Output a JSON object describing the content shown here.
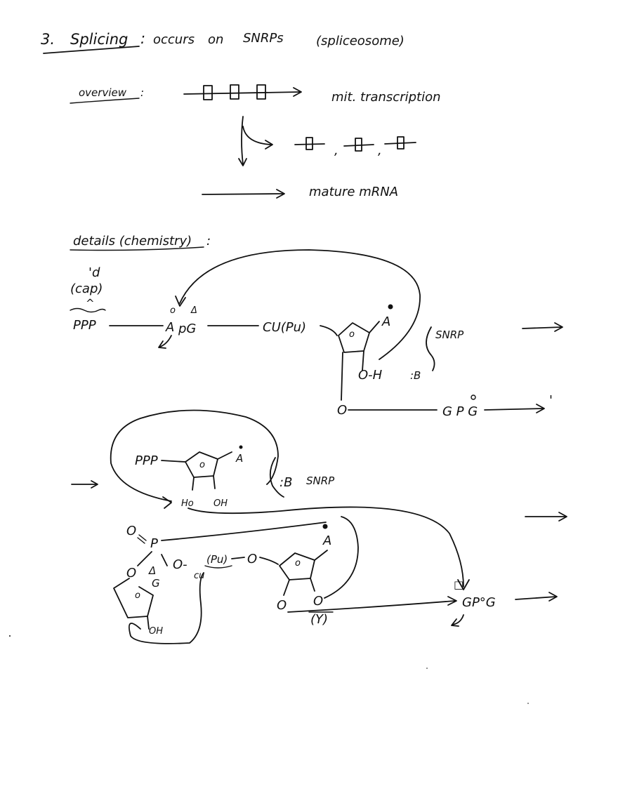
{
  "page": {
    "ink_color": "#111111",
    "paper_color": "#ffffff"
  },
  "heading": {
    "number": "3.",
    "title": "Splicing",
    "colon": ":",
    "text1": "occurs",
    "text2": "on",
    "text3": "SNRPs",
    "text4": "(spliceosome)"
  },
  "overview": {
    "label": "overview",
    "colon": ":",
    "transcription_label": "mit. transcription",
    "comma1": ",",
    "comma2": ",",
    "mature_label": "mature mRNA"
  },
  "details": {
    "label": "details (chemistry)",
    "colon": ":",
    "five_prime": "'d",
    "cap": "(cap)",
    "caret": "^",
    "ppp1": "PPP",
    "A1": "A",
    "pG": "pG",
    "circle_mark": "o",
    "triangle_mark": "Δ",
    "cu_pu": "CU(Pu)",
    "o_ring1": "o",
    "A_branch": "A",
    "oh_group": "O-H",
    "base": ":B",
    "snrp1": "SNRP",
    "o_bottom": "O",
    "gpg": "G P G",
    "prime_mark": "'",
    "ppp2": "PPP",
    "o_ring2": "o",
    "A2": "A",
    "base2": ":B",
    "snrp2": "SNRP",
    "ho": "Ho",
    "oh2": "OH",
    "O_p": "O",
    "P_atom": "P",
    "o_left": "O",
    "o_minus": "O-",
    "delta2": "Δ",
    "G2": "G",
    "o_ring3": "o",
    "oh3": "OH",
    "cu2": "cu",
    "pu2": "(Pu)",
    "o_link": "O",
    "o_ring4": "o",
    "A3": "A",
    "o_left2": "O",
    "o_right2": "O",
    "y_label": "(Y)",
    "square_mark": "□",
    "gpg2": "GP°G"
  }
}
